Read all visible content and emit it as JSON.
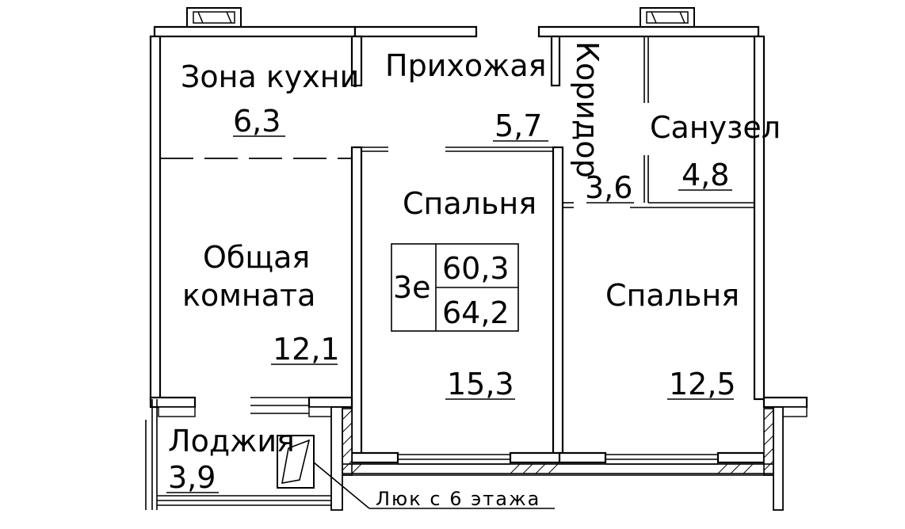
{
  "rooms": {
    "kitchen": {
      "name": "Зона кухни",
      "area": "6,3"
    },
    "hallway": {
      "name": "Прихожая",
      "area": "5,7"
    },
    "corridor": {
      "name": "Коридор",
      "area": "3,6"
    },
    "bathroom": {
      "name": "Санузел",
      "area": "4,8"
    },
    "living": {
      "name_line1": "Общая",
      "name_line2": "комната",
      "area": "12,1"
    },
    "bedroom1": {
      "name": "Спальня",
      "area": "15,3"
    },
    "bedroom2": {
      "name": "Спальня",
      "area": "12,5"
    },
    "loggia": {
      "name": "Лоджия",
      "area": "3,9"
    }
  },
  "summary": {
    "type": "3е",
    "living_area": "60,3",
    "total_area": "64,2"
  },
  "hatch_note": "Люк с 6 этажа"
}
